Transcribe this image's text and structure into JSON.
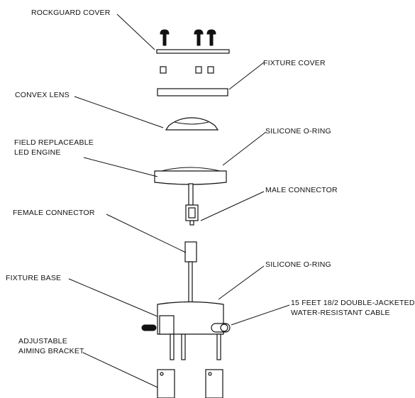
{
  "labels": {
    "rockguard_cover": "ROCKGUARD COVER",
    "fixture_cover": "FIXTURE COVER",
    "convex_lens": "CONVEX LENS",
    "led_engine_line1": "FIELD REPLACEABLE",
    "led_engine_line2": "LED ENGINE",
    "silicone_oring_top": "SILICONE O-RING",
    "male_connector": "MALE CONNECTOR",
    "female_connector": "FEMALE CONNECTOR",
    "silicone_oring_bottom": "SILICONE O-RING",
    "fixture_base": "FIXTURE BASE",
    "cable_line1": "15 FEET 18/2 DOUBLE-JACKETED",
    "cable_line2": "WATER-RESISTANT CABLE",
    "bracket_line1": "ADJUSTABLE",
    "bracket_line2": "AIMING BRACKET"
  },
  "colors": {
    "ink": "#111111",
    "background": "#ffffff"
  }
}
